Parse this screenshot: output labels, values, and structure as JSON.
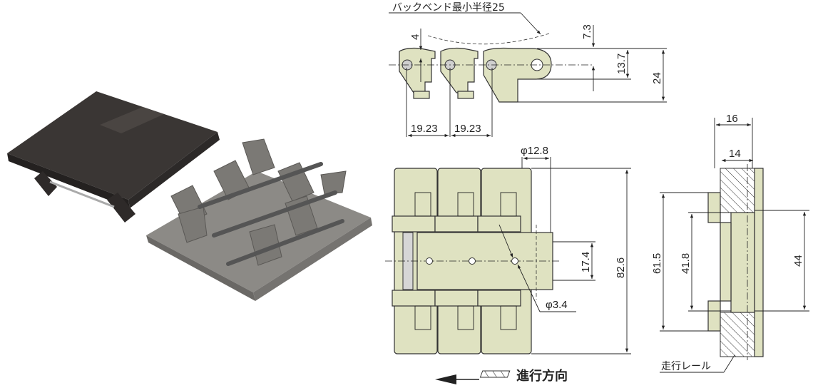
{
  "colors": {
    "part_fill": "#dfe2c1",
    "photo_dark": "#3a3634",
    "photo_grey": "#8c8a86",
    "line": "#222222"
  },
  "side_view": {
    "back_bend_label": "バックベンド最小半径25",
    "dims": {
      "pin_offset": "4",
      "top": "7.3",
      "height_mid": "13.7",
      "height_total": "24",
      "pitch_1": "19.23",
      "pitch_2": "19.23"
    }
  },
  "plan_view": {
    "dims": {
      "hinge_dia": "φ12.8",
      "center_width": "17.4",
      "total_width": "82.6",
      "hole_dia": "φ3.4"
    },
    "direction_label": "進行方向"
  },
  "end_view": {
    "dims": {
      "outer": "16",
      "inner": "14",
      "rail_span": "61.5",
      "center": "41.8",
      "width": "44"
    },
    "rail_label": "走行レール"
  }
}
